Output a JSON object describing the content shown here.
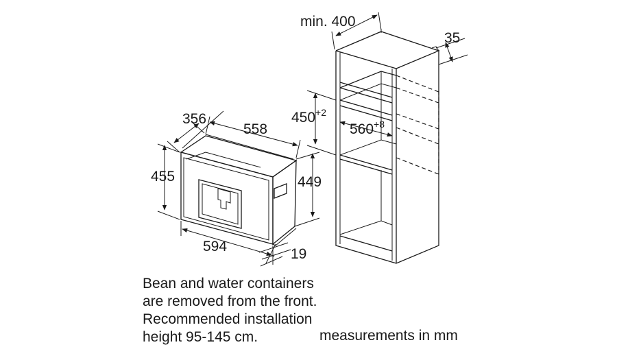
{
  "appliance": {
    "depth": "356",
    "width_top": "558",
    "height_left": "455",
    "height_right": "449",
    "width_bottom": "594",
    "panel_offset": "19"
  },
  "cabinet": {
    "min_depth": "min. 400",
    "gap": "35",
    "niche_height": "450",
    "niche_height_tol": "+2",
    "niche_width": "560",
    "niche_width_tol": "+8"
  },
  "notes": {
    "line1": "Bean and water containers",
    "line2": "are removed from the front.",
    "line3": "Recommended installation",
    "line4": "height 95-145 cm."
  },
  "units_label": "measurements in mm"
}
